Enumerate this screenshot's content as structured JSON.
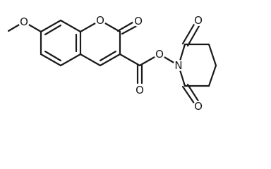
{
  "molecule": {
    "atom_labels": {
      "methoxy_oxygen": "O",
      "ring_oxygen": "O",
      "lactone_carbonyl_oxygen": "O",
      "ester_carbonyl_oxygen": "O",
      "ester_bridge_oxygen": "O",
      "imide_nitrogen": "N",
      "imide_carbonyl_oxygen_top": "O",
      "imide_carbonyl_oxygen_bottom": "O"
    }
  },
  "colors": {
    "bond": "#1a1a1a",
    "background": "#ffffff"
  }
}
